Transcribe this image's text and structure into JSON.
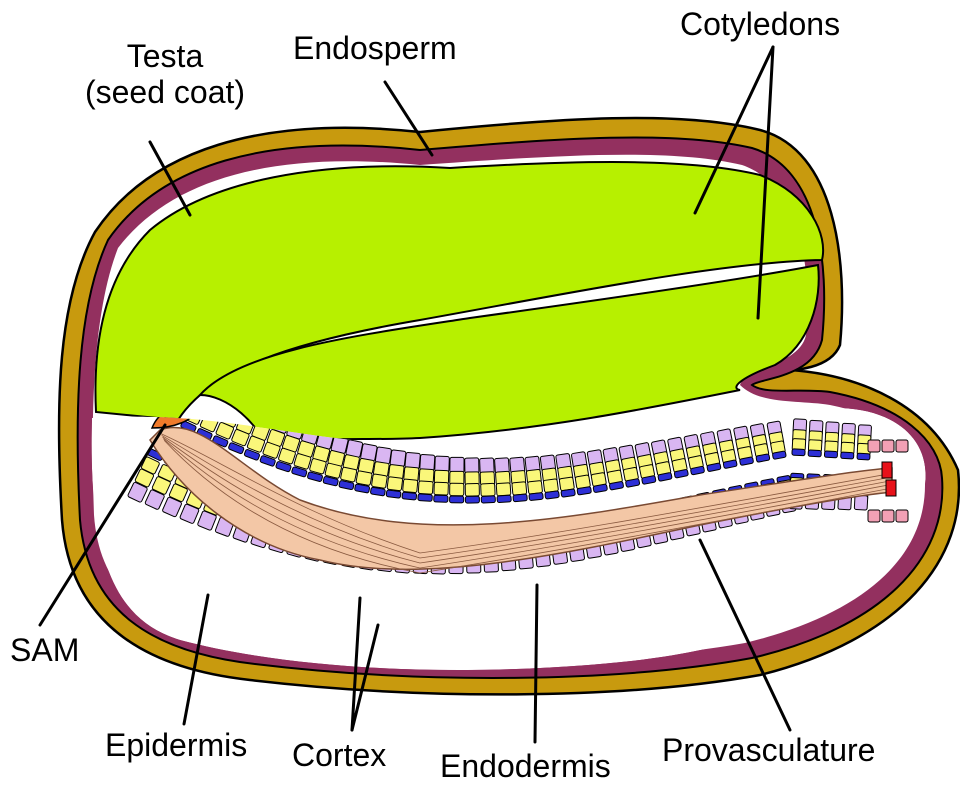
{
  "labels": {
    "testa_line1": "Testa",
    "testa_line2": "(seed coat)",
    "endosperm": "Endosperm",
    "cotyledons": "Cotyledons",
    "sam": "SAM",
    "epidermis": "Epidermis",
    "cortex": "Cortex",
    "endodermis": "Endodermis",
    "provasculature": "Provasculature"
  },
  "colors": {
    "testa": "#C89A0E",
    "endosperm": "#93305F",
    "cotyledon": "#B7F000",
    "epidermis": "#D9B6F2",
    "cortex": "#FAF77A",
    "endodermis": "#2D2FD6",
    "provasculature": "#F3C7A6",
    "sam": "#F07A2A",
    "root_cap": "#F2A0B5",
    "qc": "#E8121A"
  }
}
